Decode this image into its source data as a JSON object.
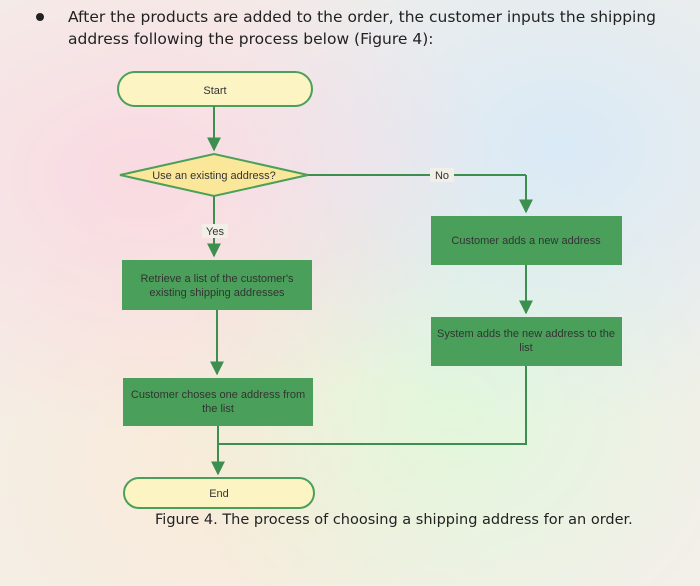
{
  "intro_text": "After the products are added to the order, the customer inputs the shipping address following the process below (Figure 4):",
  "flowchart": {
    "start_label": "Start",
    "decision_label": "Use an existing address?",
    "yes_label": "Yes",
    "no_label": "No",
    "retrieve_line1": "Retrieve a list of the customer's",
    "retrieve_line2": "existing shipping addresses",
    "choose_line1": "Customer choses one address from",
    "choose_line2": "the list",
    "new_address_label": "Customer adds a new address",
    "system_line1": "System adds the new address to the",
    "system_line2": "list",
    "end_label": "End",
    "colors": {
      "process_fill": "#4aa05a",
      "decision_fill": "#fbe79a",
      "terminal_fill": "#fdf4c4",
      "terminal_stroke": "#4aa05a",
      "connector": "#3c8f4e"
    }
  },
  "caption": "Figure 4. The process of choosing a shipping address for an order."
}
